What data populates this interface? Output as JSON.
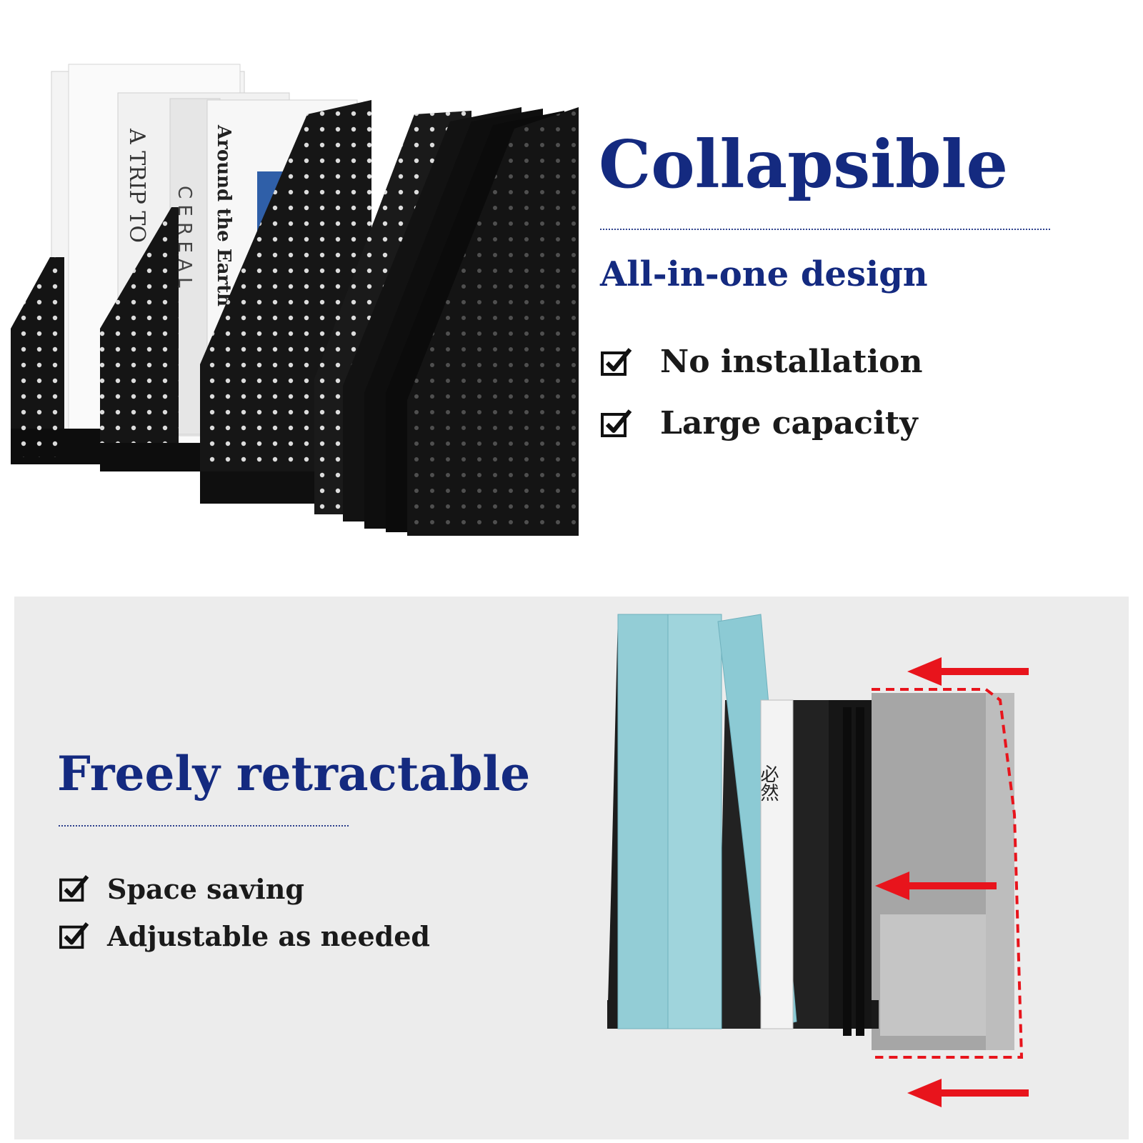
{
  "top_section": {
    "headline": "Collapsible",
    "subheadline": "All-in-one design",
    "features": [
      "No installation",
      "Large capacity"
    ]
  },
  "bottom_section": {
    "headline": "Freely retractable",
    "features": [
      "Space saving",
      "Adjustable as needed"
    ]
  },
  "product_image_1": {
    "book_titles": [
      "A TRIP TO",
      "C E R E A L",
      "Around the Earth"
    ]
  },
  "product_image_2": {
    "book_text": "必然"
  },
  "colors": {
    "headline": "#142a80",
    "organizer": "#111111",
    "binder": "#93cdd6",
    "arrow": "#e8141c",
    "panel_bg": "#ececec"
  },
  "icons": [
    "checkbox-checked-icon",
    "arrow-left-icon"
  ]
}
